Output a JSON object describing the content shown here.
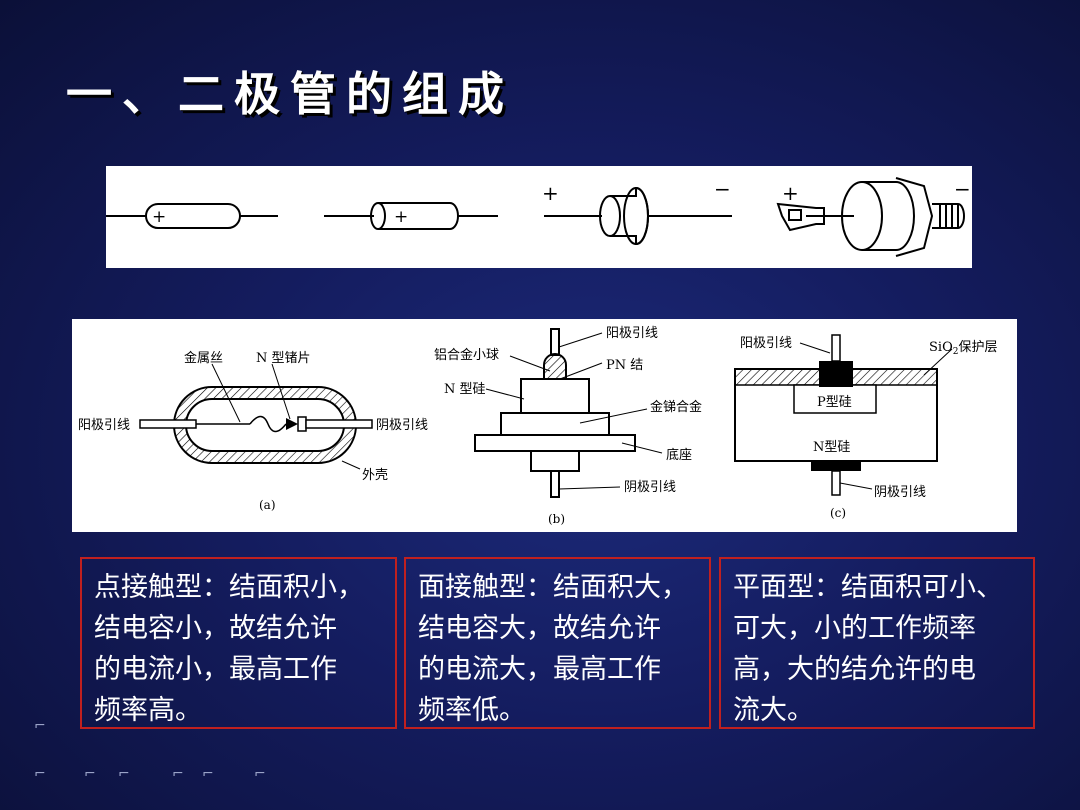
{
  "slide": {
    "title": "一、二极管的组成"
  },
  "figure_top": {
    "signs": {
      "plus1": "+",
      "plus2": "+",
      "minus1": "−",
      "plus3": "+",
      "minus2": "−"
    }
  },
  "figure_a": {
    "label_metal_wire": "金属丝",
    "label_n_germanium": "N 型锗片",
    "label_anode": "阳极引线",
    "label_cathode": "阴极引线",
    "label_shell": "外壳",
    "caption": "(a)"
  },
  "figure_b": {
    "label_anode": "阳极引线",
    "label_al_ball": "铝合金小球",
    "label_pn": "PN 结",
    "label_n_si": "N 型硅",
    "label_au_sb": "金锑合金",
    "label_base": "底座",
    "label_cathode": "阴极引线",
    "caption": "(b)"
  },
  "figure_c": {
    "label_anode": "阳极引线",
    "label_sio2": "SiO",
    "label_sio2_sub": "2",
    "label_sio2_rest": "保护层",
    "label_p_si": "P型硅",
    "label_n_si": "N型硅",
    "label_cathode": "阴极引线",
    "caption": "(c)"
  },
  "boxes": [
    {
      "lines": [
        "点接触型：结面积小，",
        "结电容小，故结允许",
        "的电流小，最高工作",
        "频率高。"
      ]
    },
    {
      "lines": [
        "面接触型：结面积大，",
        "结电容大，故结允许",
        "的电流大，最高工作",
        "频率低。"
      ]
    },
    {
      "lines": [
        "平面型：结面积可小、",
        "可大，小的工作频率",
        "高，大的结允许的电",
        "流大。"
      ]
    }
  ]
}
